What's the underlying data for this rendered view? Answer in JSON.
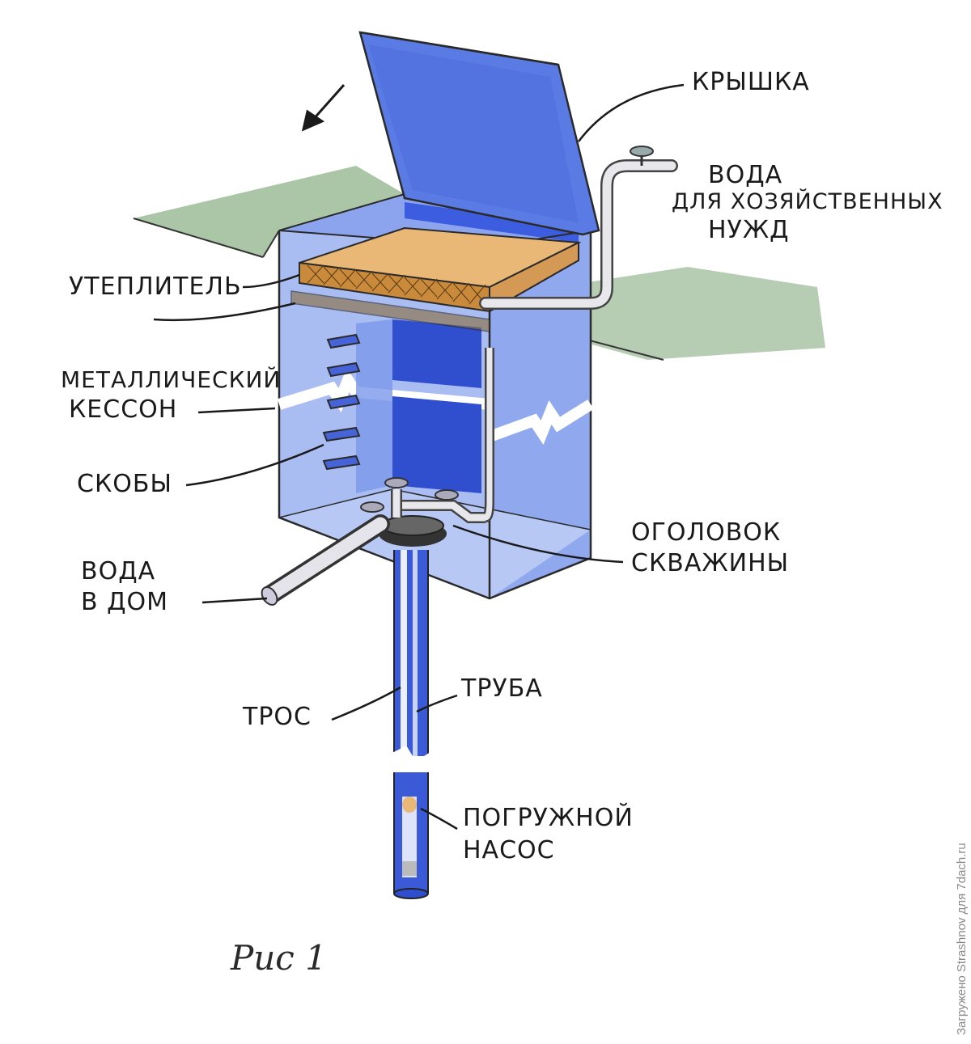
{
  "labels": {
    "lid": "КРЫШКА",
    "water_household": [
      "ВОДА",
      "ДЛЯ ХОЗЯЙСТВЕННЫХ",
      "НУЖД"
    ],
    "insulation": "УТЕПЛИТЕЛЬ",
    "caisson": [
      "МЕТАЛЛИЧЕСКИЙ",
      "КЕССОН"
    ],
    "brackets": "СКОБЫ",
    "wellhead": [
      "ОГОЛОВОК",
      "СКВАЖИНЫ"
    ],
    "water_house": [
      "ВОДА",
      "В ДОМ"
    ],
    "cable": "ТРОС",
    "pipe": "ТРУБА",
    "pump": [
      "ПОГРУЖНОЙ",
      "НАСОС"
    ]
  },
  "figure_caption": "Рис 1",
  "watermark": "Загружено Strashnov для 7dach.ru",
  "colors": {
    "caisson_blue": "#9db4f2",
    "dark_blue": "#2f4fcf",
    "insulation_orange": "#e9b877",
    "ground_green": "#8fb28a",
    "ink": "#1a1a1a"
  }
}
